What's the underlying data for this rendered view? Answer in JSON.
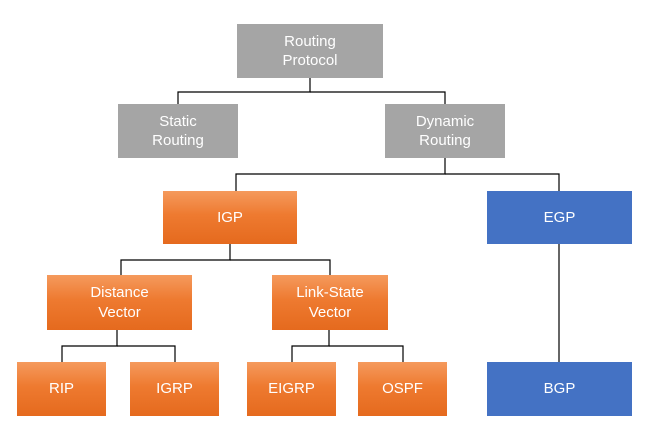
{
  "diagram": {
    "nodes": {
      "routing_protocol": "Routing\nProtocol",
      "static_routing": "Static\nRouting",
      "dynamic_routing": "Dynamic\nRouting",
      "igp": "IGP",
      "egp": "EGP",
      "distance_vector": "Distance\nVector",
      "link_state_vector": "Link-State\nVector",
      "rip": "RIP",
      "igrp": "IGRP",
      "eigrp": "EIGRP",
      "ospf": "OSPF",
      "bgp": "BGP"
    },
    "edges": [
      [
        "routing_protocol",
        "static_routing"
      ],
      [
        "routing_protocol",
        "dynamic_routing"
      ],
      [
        "dynamic_routing",
        "igp"
      ],
      [
        "dynamic_routing",
        "egp"
      ],
      [
        "igp",
        "distance_vector"
      ],
      [
        "igp",
        "link_state_vector"
      ],
      [
        "distance_vector",
        "rip"
      ],
      [
        "distance_vector",
        "igrp"
      ],
      [
        "link_state_vector",
        "eigrp"
      ],
      [
        "link_state_vector",
        "ospf"
      ],
      [
        "egp",
        "bgp"
      ]
    ],
    "colors": {
      "gray": "#a5a5a5",
      "orange": "#ee7a30",
      "blue": "#4472c4",
      "line": "#000000"
    }
  }
}
